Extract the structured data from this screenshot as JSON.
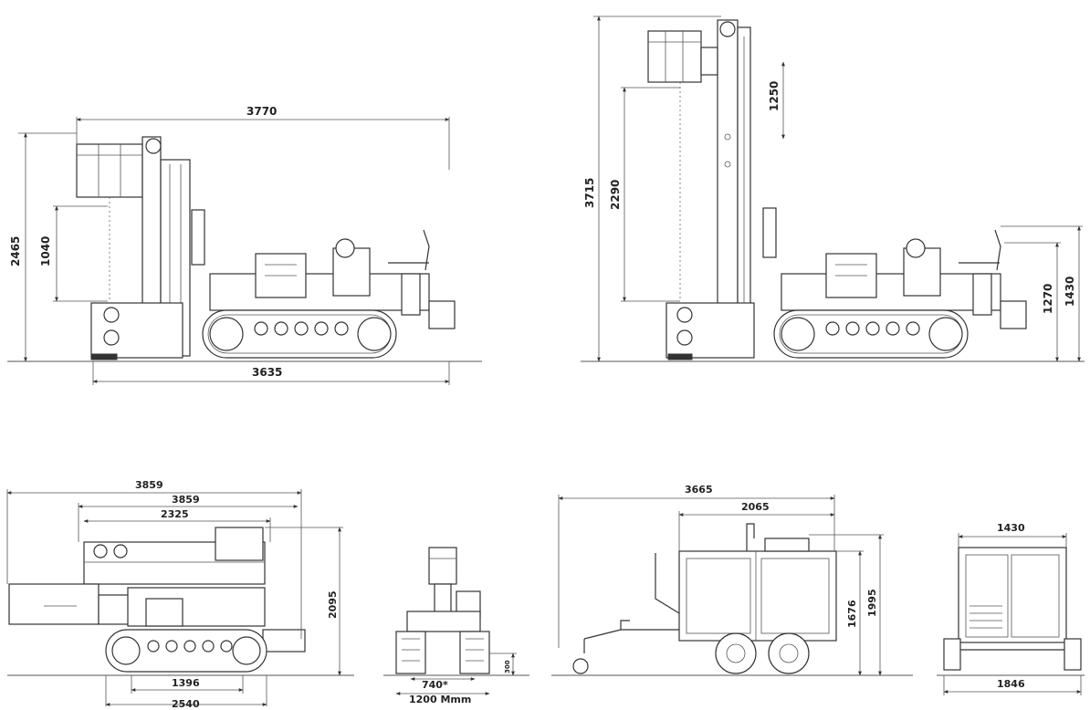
{
  "colors": {
    "line": "#333333",
    "background": "#ffffff",
    "text": "#222222"
  },
  "dimensions": {
    "side_low": {
      "width_top": "3770",
      "height_total": "2465",
      "height_head": "1040",
      "length_base": "3635"
    },
    "side_high": {
      "height_total": "3715",
      "height_mast": "2290",
      "stroke": "1250",
      "height_rear": "1270",
      "height_rear_top": "1430"
    },
    "transport_side": {
      "length_total": "3859",
      "length_mid": "3859",
      "length_mast": "2325",
      "height": "2095",
      "track_inner": "1396",
      "track_length": "2540"
    },
    "transport_front": {
      "height_track": "300",
      "track_gauge": "740*",
      "width": "1200 Mmm"
    },
    "trailer_side": {
      "length_total": "3665",
      "length_box": "2065",
      "height_box": "1676",
      "height_total": "1995"
    },
    "trailer_rear": {
      "width_top": "1430",
      "width_bottom": "1846"
    }
  }
}
